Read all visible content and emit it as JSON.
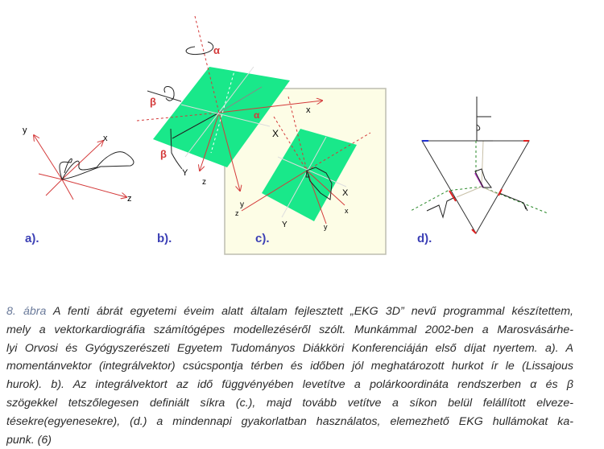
{
  "figure": {
    "panels": [
      {
        "label": "a)."
      },
      {
        "label": "b)."
      },
      {
        "label": "c)."
      },
      {
        "label": "d)."
      }
    ],
    "axis_labels": {
      "a": {
        "x": "x",
        "y": "y",
        "z": "z"
      },
      "b": {
        "x": "x",
        "z": "z",
        "Y": "Y",
        "X": "X",
        "alpha": "α",
        "beta": "β"
      },
      "c": {
        "x": "x",
        "y": "y",
        "z": "z",
        "X": "X",
        "Y": "Y"
      }
    },
    "colors": {
      "plane": "#19e88a",
      "panel_c_bg": "#fdfde6",
      "axis_red": "#d43a3a",
      "label_blue": "#3b3fb5"
    }
  },
  "caption": {
    "figure_number": "8. ábra",
    "lines": [
      " A fenti ábrát egyetemi éveim alatt általam fejlesztett „EKG 3D” nevű programmal készítettem,",
      "mely a vektorkardiográfia számítógépes modellezéséről szólt. Munkámmal 2002-ben a Marosvásárhe-",
      "lyi Orvosi és Gyógyszerészeti Egyetem Tudományos Diákköri Konferenciáján első díjat nyertem. a). A",
      "momentánvektor (integrálvektor) csúcspontja térben és időben jól meghatározott hurkot ír le (Lissajous",
      "hurok). b). Az integrálvektort az idő függvényében levetítve a polárkoordináta rendszerben α és β",
      "szögekkel tetszőlegesen definiált síkra (c.), majd tovább vetítve a síkon belül felállított elveze-",
      "tésekre(egyenesekre), (d.) a mindennapi gyakorlatban használatos, elemezhető EKG hullámokat ka-",
      "punk. (6)"
    ]
  }
}
